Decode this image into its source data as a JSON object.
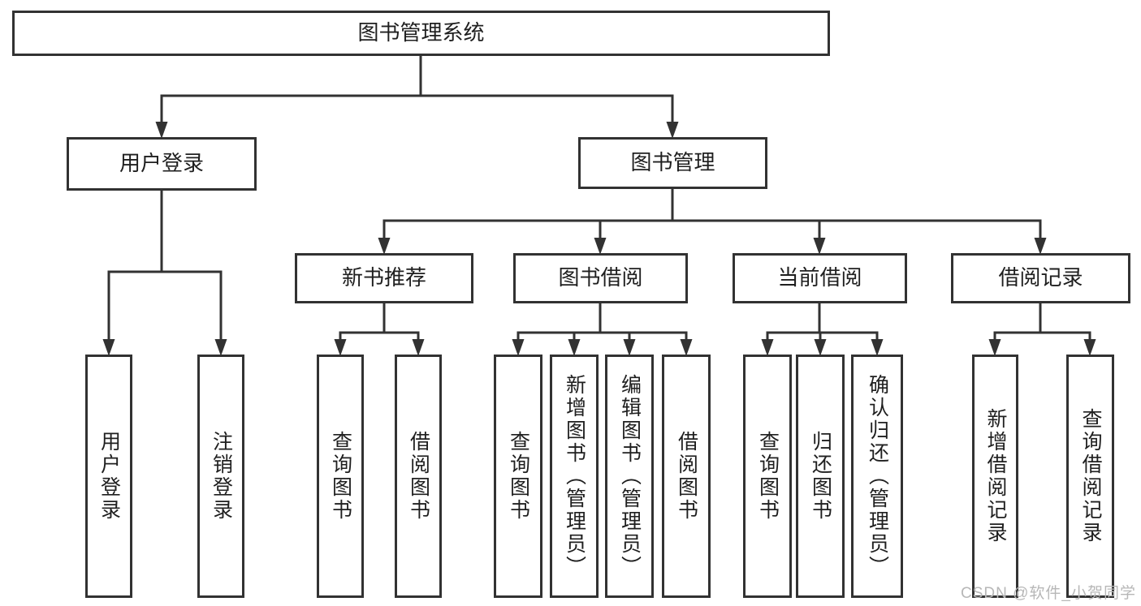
{
  "colors": {
    "line": "#323232",
    "text": "#1f1f1f",
    "watermark": "#b7b7b7",
    "boxbg": "#ffffff"
  },
  "watermark": "CSDN @软件_小贺同学",
  "tree": {
    "root": {
      "label": "图书管理系统"
    },
    "branches": [
      {
        "label": "用户登录",
        "children": [
          {
            "label": "用户登录"
          },
          {
            "label": "注销登录"
          }
        ]
      },
      {
        "label": "图书管理",
        "children": [
          {
            "label": "新书推荐",
            "children": [
              {
                "label": "查询图书"
              },
              {
                "label": "借阅图书"
              }
            ]
          },
          {
            "label": "图书借阅",
            "children": [
              {
                "label": "查询图书"
              },
              {
                "label": "新增图书（管理员）"
              },
              {
                "label": "编辑图书（管理员）"
              },
              {
                "label": "借阅图书"
              }
            ]
          },
          {
            "label": "当前借阅",
            "children": [
              {
                "label": "查询图书"
              },
              {
                "label": "归还图书"
              },
              {
                "label": "确认归还（管理员）"
              }
            ]
          },
          {
            "label": "借阅记录",
            "children": [
              {
                "label": "新增借阅记录"
              },
              {
                "label": "查询借阅记录"
              }
            ]
          }
        ]
      }
    ]
  }
}
